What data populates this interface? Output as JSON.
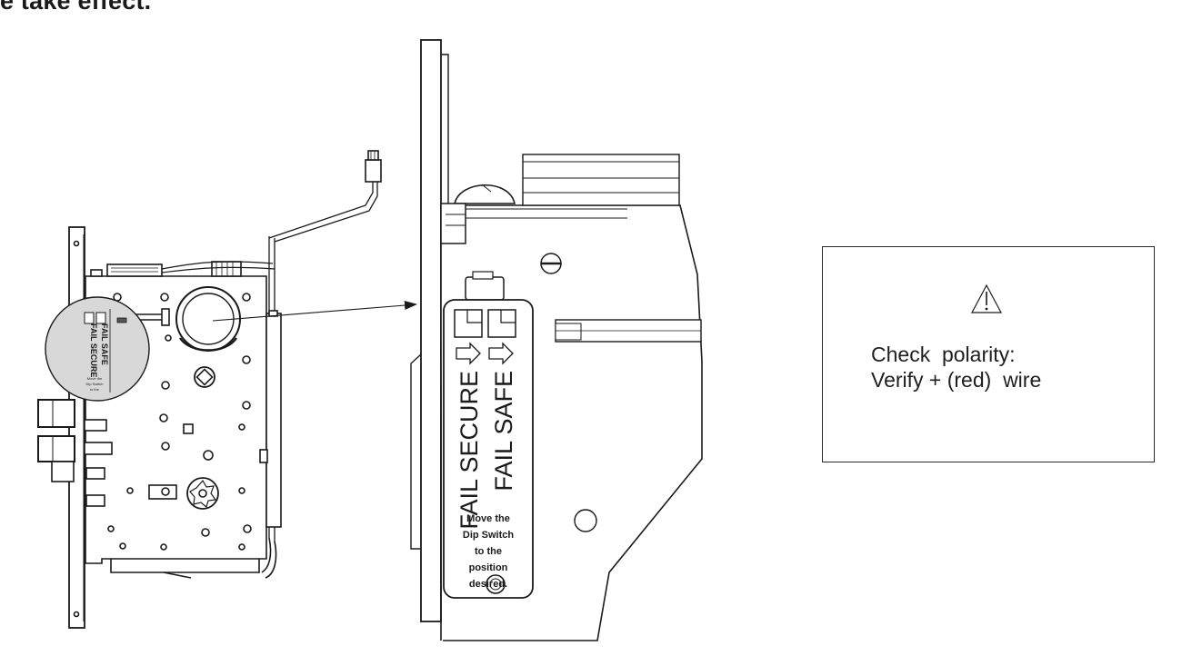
{
  "header": {
    "partial_text": "e take effect."
  },
  "small_lock": {
    "fail_secure": "FAIL SECURE",
    "fail_safe": "FAIL SAFE",
    "fine_print": [
      "Move the",
      "Dip Switch",
      "to the"
    ]
  },
  "large_label": {
    "fail_secure": "FAIL SECURE",
    "fail_safe": "FAIL SAFE",
    "instruction_lines": [
      "Move the",
      "Dip Switch",
      "to the",
      "position",
      "desired."
    ]
  },
  "callout": {
    "icon": "warning-triangle-icon",
    "line1": "Check  polarity:",
    "line2": "Verify + (red)  wire"
  }
}
